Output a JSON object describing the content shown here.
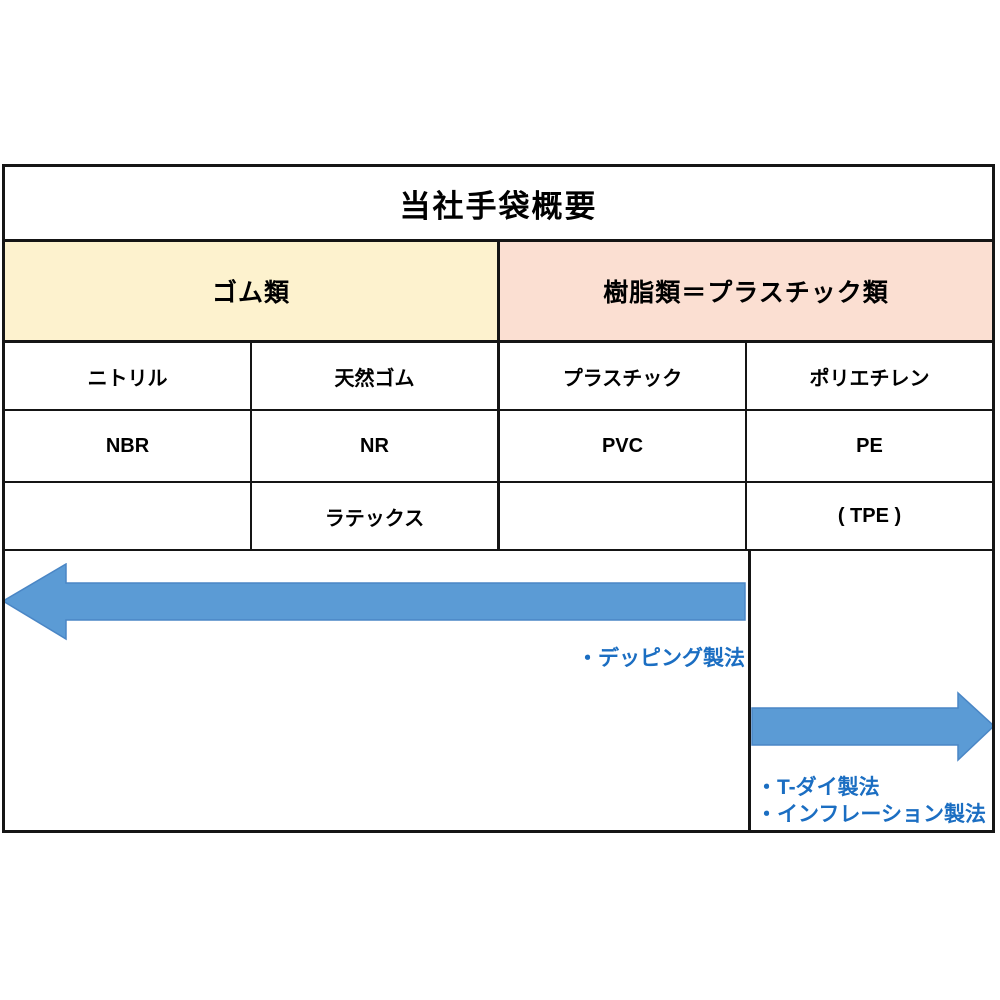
{
  "diagram": {
    "title": "当社手袋概要",
    "groups": [
      {
        "label": "ゴム類",
        "bg": "#FDF2CE"
      },
      {
        "label": "樹脂類＝プラスチック類",
        "bg": "#FBDFD2"
      }
    ],
    "columns": [
      {
        "material": "ニトリル",
        "code": "NBR",
        "extra": ""
      },
      {
        "material": "天然ゴム",
        "code": "NR",
        "extra": "ラテックス"
      },
      {
        "material": "プラスチック",
        "code": "PVC",
        "extra": ""
      },
      {
        "material": "ポリエチレン",
        "code": "PE",
        "extra": "( TPE )"
      }
    ],
    "arrows": {
      "fill": "#5B9BD5",
      "stroke": "#4A86C5",
      "label_color": "#1B6EC2",
      "left_label": "・デッピング製法",
      "right_labels": [
        "・T-ダイ製法",
        "・インフレーション製法"
      ]
    }
  }
}
